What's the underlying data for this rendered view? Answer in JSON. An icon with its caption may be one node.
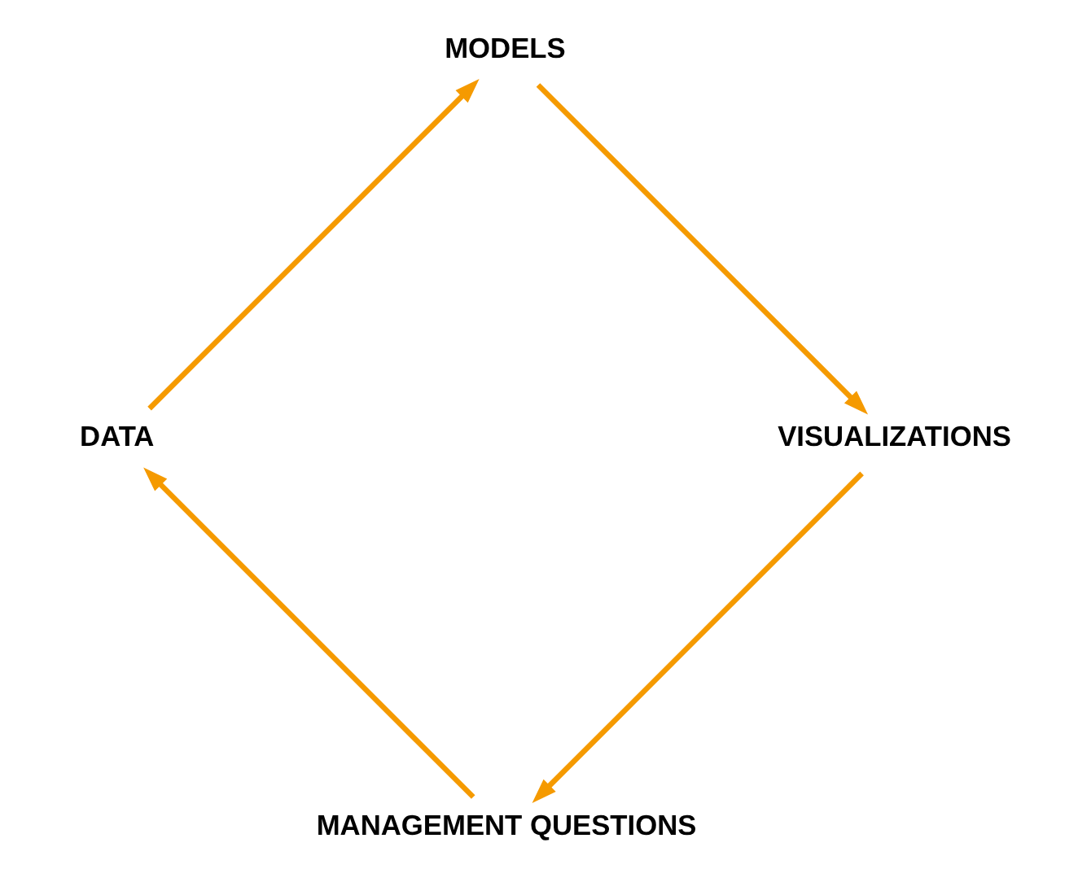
{
  "diagram": {
    "nodes": [
      {
        "text": [
          "MANAGEMENT QUESTIONS"
        ]
      },
      {
        "text": [
          "DATA"
        ]
      },
      {
        "text": [
          "MODELS"
        ]
      },
      {
        "text": [
          "VISUALIZATIONS"
        ]
      }
    ],
    "edges": [
      {
        "from": 0,
        "to": 1,
        "arrow": "to"
      },
      {
        "from": 1,
        "to": 2,
        "arrow": "to"
      },
      {
        "from": 2,
        "to": 3,
        "arrow": "to"
      },
      {
        "from": 3,
        "to": 0,
        "arrow": "to"
      }
    ]
  }
}
